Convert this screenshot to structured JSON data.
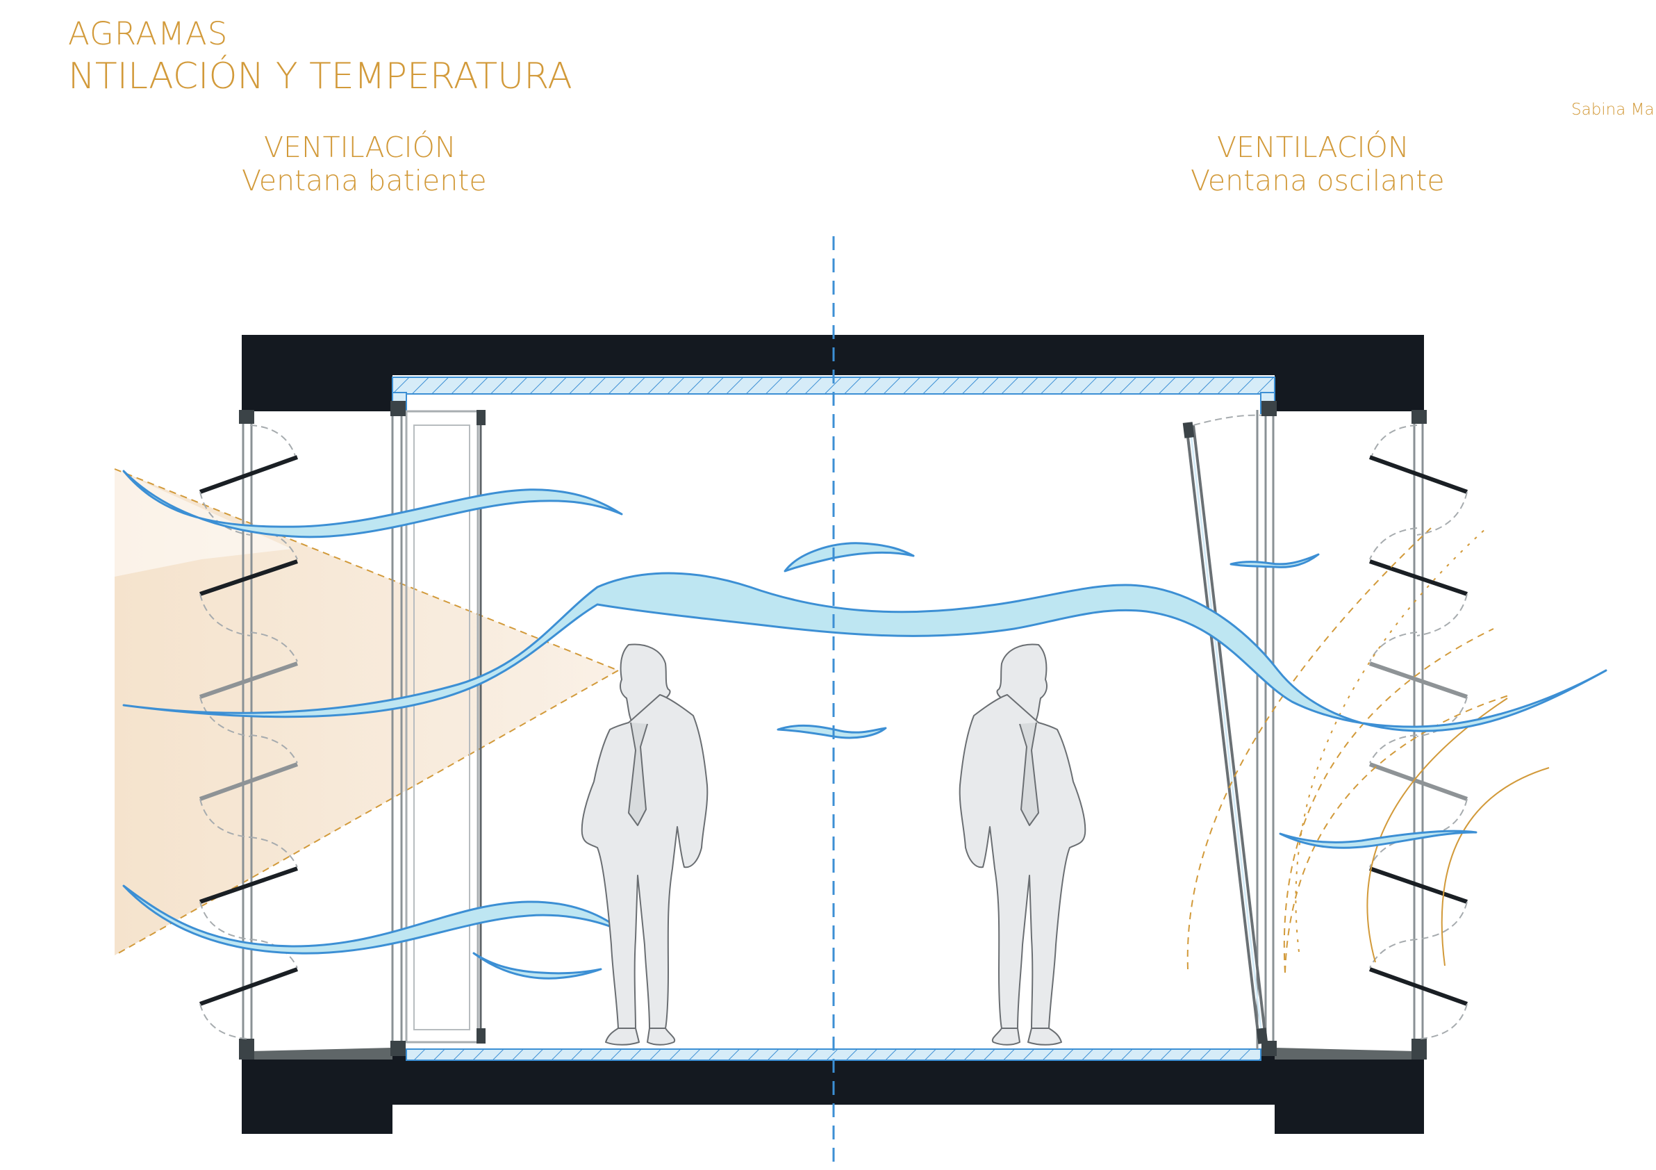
{
  "header": {
    "title_line1": "AGRAMAS",
    "title_line2": "NTILACIÓN Y TEMPERATURA",
    "author": "Sabina Ma"
  },
  "panels": [
    {
      "heading": "VENTILACIÓN",
      "subheading": "Ventana batiente"
    },
    {
      "heading": "VENTILACIÓN",
      "subheading": "Ventana oscilante"
    }
  ],
  "colors": {
    "accent": "#D29A3A",
    "structure": "#141920",
    "airflow_fill": "#BEE6F2",
    "airflow_stroke": "#3C8FD4",
    "axis": "#3C8FD4",
    "sun_cone": "#F7E7D3",
    "figure_fill": "#E8EAEC",
    "figure_stroke": "#6A6E72"
  }
}
